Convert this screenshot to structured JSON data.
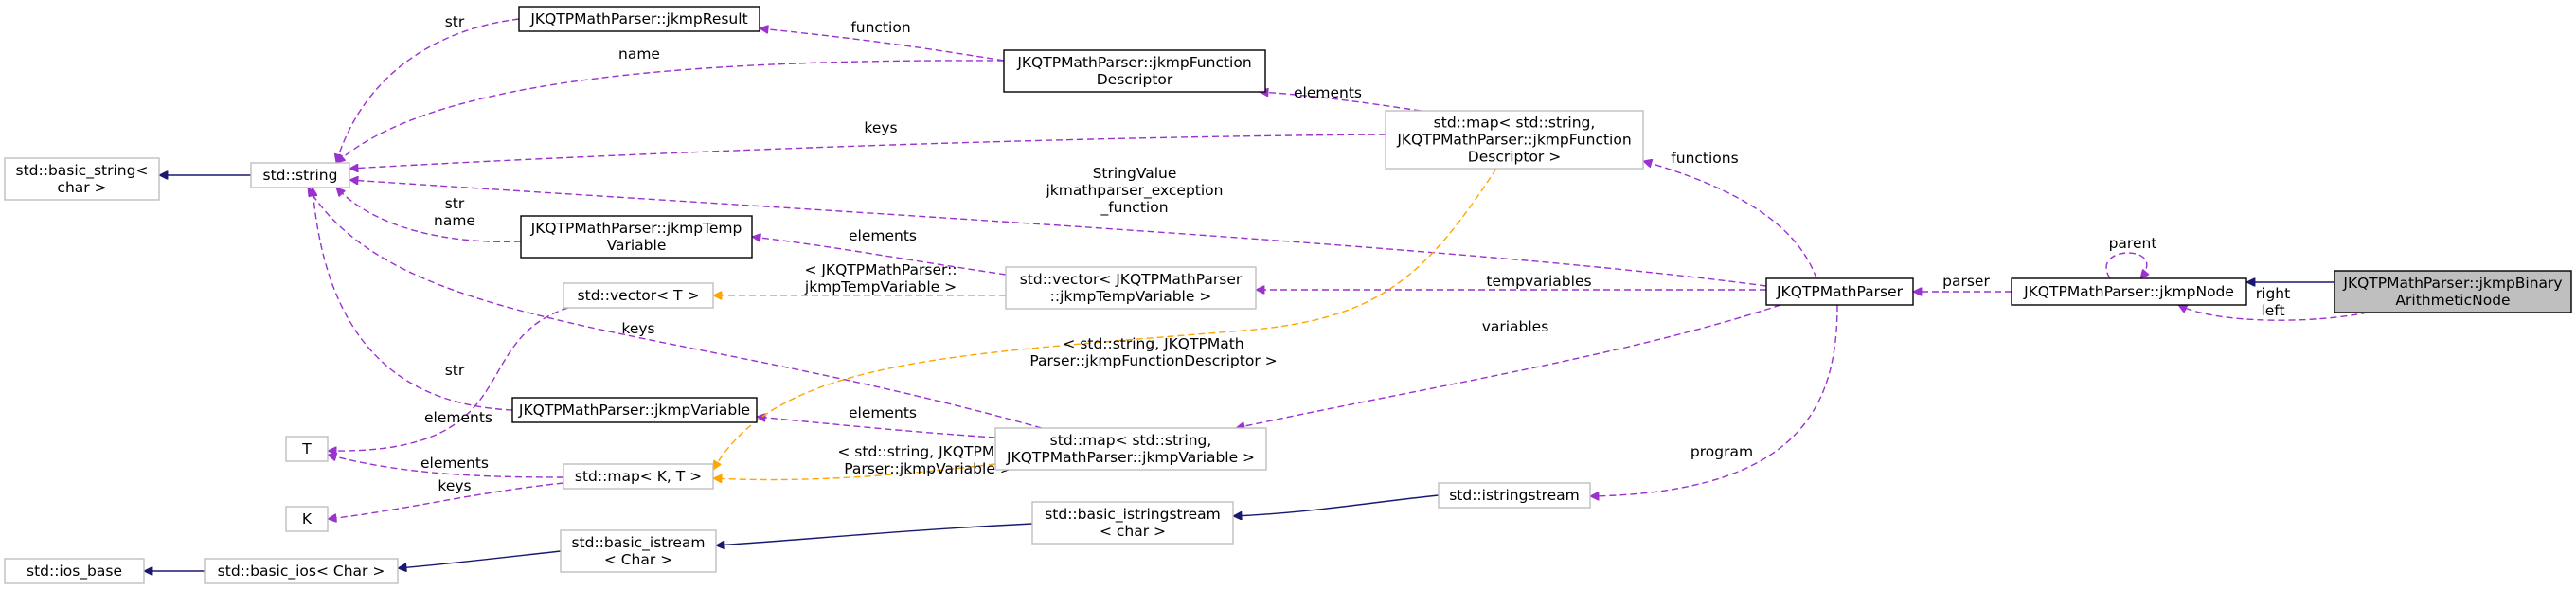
{
  "colors": {
    "inheritance": "#191970",
    "usage": "#9a32cd",
    "template": "#ffa500",
    "documented_border": "#000000",
    "external_border": "#bfbfbf",
    "focus_fill": "#bfbfbf"
  },
  "nodes": [
    {
      "id": "binary",
      "lines": [
        "JKQTPMathParser::jkmpBinary",
        "ArithmeticNode"
      ],
      "style": "focus"
    },
    {
      "id": "node",
      "lines": [
        "JKQTPMathParser::jkmpNode"
      ],
      "style": "doc"
    },
    {
      "id": "parser",
      "lines": [
        "JKQTPMathParser"
      ],
      "style": "doc"
    },
    {
      "id": "result",
      "lines": [
        "JKQTPMathParser::jkmpResult"
      ],
      "style": "doc"
    },
    {
      "id": "funcdesc",
      "lines": [
        "JKQTPMathParser::jkmpFunction",
        "Descriptor"
      ],
      "style": "doc"
    },
    {
      "id": "mapfunc",
      "lines": [
        "std::map< std::string,",
        "JKQTPMathParser::jkmpFunction",
        "Descriptor >"
      ],
      "style": "ext"
    },
    {
      "id": "string",
      "lines": [
        "std::string"
      ],
      "style": "ext"
    },
    {
      "id": "basic_string",
      "lines": [
        "std::basic_string<",
        "char >"
      ],
      "style": "ext"
    },
    {
      "id": "tempvar",
      "lines": [
        "JKQTPMathParser::jkmpTemp",
        "Variable"
      ],
      "style": "doc"
    },
    {
      "id": "vectortemp",
      "lines": [
        "std::vector< JKQTPMathParser",
        "::jkmpTempVariable >"
      ],
      "style": "ext"
    },
    {
      "id": "vectorT",
      "lines": [
        "std::vector< T >"
      ],
      "style": "ext"
    },
    {
      "id": "variable",
      "lines": [
        "JKQTPMathParser::jkmpVariable"
      ],
      "style": "doc"
    },
    {
      "id": "mapvar",
      "lines": [
        "std::map< std::string,",
        "JKQTPMathParser::jkmpVariable >"
      ],
      "style": "ext"
    },
    {
      "id": "T",
      "lines": [
        "T"
      ],
      "style": "ext"
    },
    {
      "id": "mapKT",
      "lines": [
        "std::map< K, T >"
      ],
      "style": "ext"
    },
    {
      "id": "K",
      "lines": [
        "K"
      ],
      "style": "ext"
    },
    {
      "id": "istringstream",
      "lines": [
        "std::istringstream"
      ],
      "style": "ext"
    },
    {
      "id": "basic_istringstream",
      "lines": [
        "std::basic_istringstream",
        "< char >"
      ],
      "style": "ext"
    },
    {
      "id": "basic_istream",
      "lines": [
        "std::basic_istream",
        "< Char >"
      ],
      "style": "ext"
    },
    {
      "id": "basic_ios",
      "lines": [
        "std::basic_ios< Char >"
      ],
      "style": "ext"
    },
    {
      "id": "ios_base",
      "lines": [
        "std::ios_base"
      ],
      "style": "ext"
    }
  ],
  "edges": [
    {
      "id": "node-binary",
      "kind": "inheritance",
      "label": []
    },
    {
      "id": "binary-node",
      "kind": "usage",
      "label": [
        "right",
        "left"
      ]
    },
    {
      "id": "node-self",
      "kind": "usage",
      "label": [
        "parent"
      ]
    },
    {
      "id": "parser-node",
      "kind": "usage",
      "label": [
        "parser"
      ]
    },
    {
      "id": "mapfunc-parser",
      "kind": "usage",
      "label": [
        "functions"
      ]
    },
    {
      "id": "string-parser",
      "kind": "usage",
      "label": [
        "StringValue",
        "jkmathparser_exception",
        "_function"
      ]
    },
    {
      "id": "vectortemp-parser",
      "kind": "usage",
      "label": [
        "tempvariables"
      ]
    },
    {
      "id": "mapvar-parser",
      "kind": "usage",
      "label": [
        "variables"
      ]
    },
    {
      "id": "istringstream-parser",
      "kind": "usage",
      "label": [
        "program"
      ]
    },
    {
      "id": "result-funcdesc",
      "kind": "usage",
      "label": [
        "function"
      ]
    },
    {
      "id": "string-result",
      "kind": "usage",
      "label": [
        "str"
      ]
    },
    {
      "id": "string-funcdesc",
      "kind": "usage",
      "label": [
        "name"
      ]
    },
    {
      "id": "funcdesc-mapfunc",
      "kind": "usage",
      "label": [
        "elements"
      ]
    },
    {
      "id": "string-mapfunc",
      "kind": "usage",
      "label": [
        "keys"
      ]
    },
    {
      "id": "basic_string-string",
      "kind": "inheritance",
      "label": []
    },
    {
      "id": "string-tempvar",
      "kind": "usage",
      "label": [
        "str",
        "name"
      ]
    },
    {
      "id": "tempvar-vectortemp",
      "kind": "usage",
      "label": [
        "elements"
      ]
    },
    {
      "id": "vectorT-vectortemp",
      "kind": "template",
      "label": [
        "< JKQTPMathParser::",
        "jkmpTempVariable >"
      ]
    },
    {
      "id": "T-vectorT",
      "kind": "usage",
      "label": [
        "elements"
      ]
    },
    {
      "id": "string-variable",
      "kind": "usage",
      "label": [
        "str"
      ]
    },
    {
      "id": "string-mapvar",
      "kind": "usage",
      "label": [
        "keys"
      ]
    },
    {
      "id": "variable-mapvar",
      "kind": "usage",
      "label": [
        "elements"
      ]
    },
    {
      "id": "mapKT-mapvar",
      "kind": "template",
      "label": [
        "< std::string, JKQTPMath",
        "Parser::jkmpVariable >"
      ]
    },
    {
      "id": "mapKT-mapfunc",
      "kind": "template",
      "label": [
        "< std::string, JKQTPMath",
        "Parser::jkmpFunctionDescriptor >"
      ]
    },
    {
      "id": "T-mapKT",
      "kind": "usage",
      "label": [
        "elements"
      ]
    },
    {
      "id": "K-mapKT",
      "kind": "usage",
      "label": [
        "keys"
      ]
    },
    {
      "id": "basic_istringstream-istringstream",
      "kind": "inheritance",
      "label": []
    },
    {
      "id": "basic_istream-basic_istringstream",
      "kind": "inheritance",
      "label": []
    },
    {
      "id": "basic_ios-basic_istream",
      "kind": "inheritance",
      "label": []
    },
    {
      "id": "ios_base-basic_ios",
      "kind": "inheritance",
      "label": []
    }
  ]
}
